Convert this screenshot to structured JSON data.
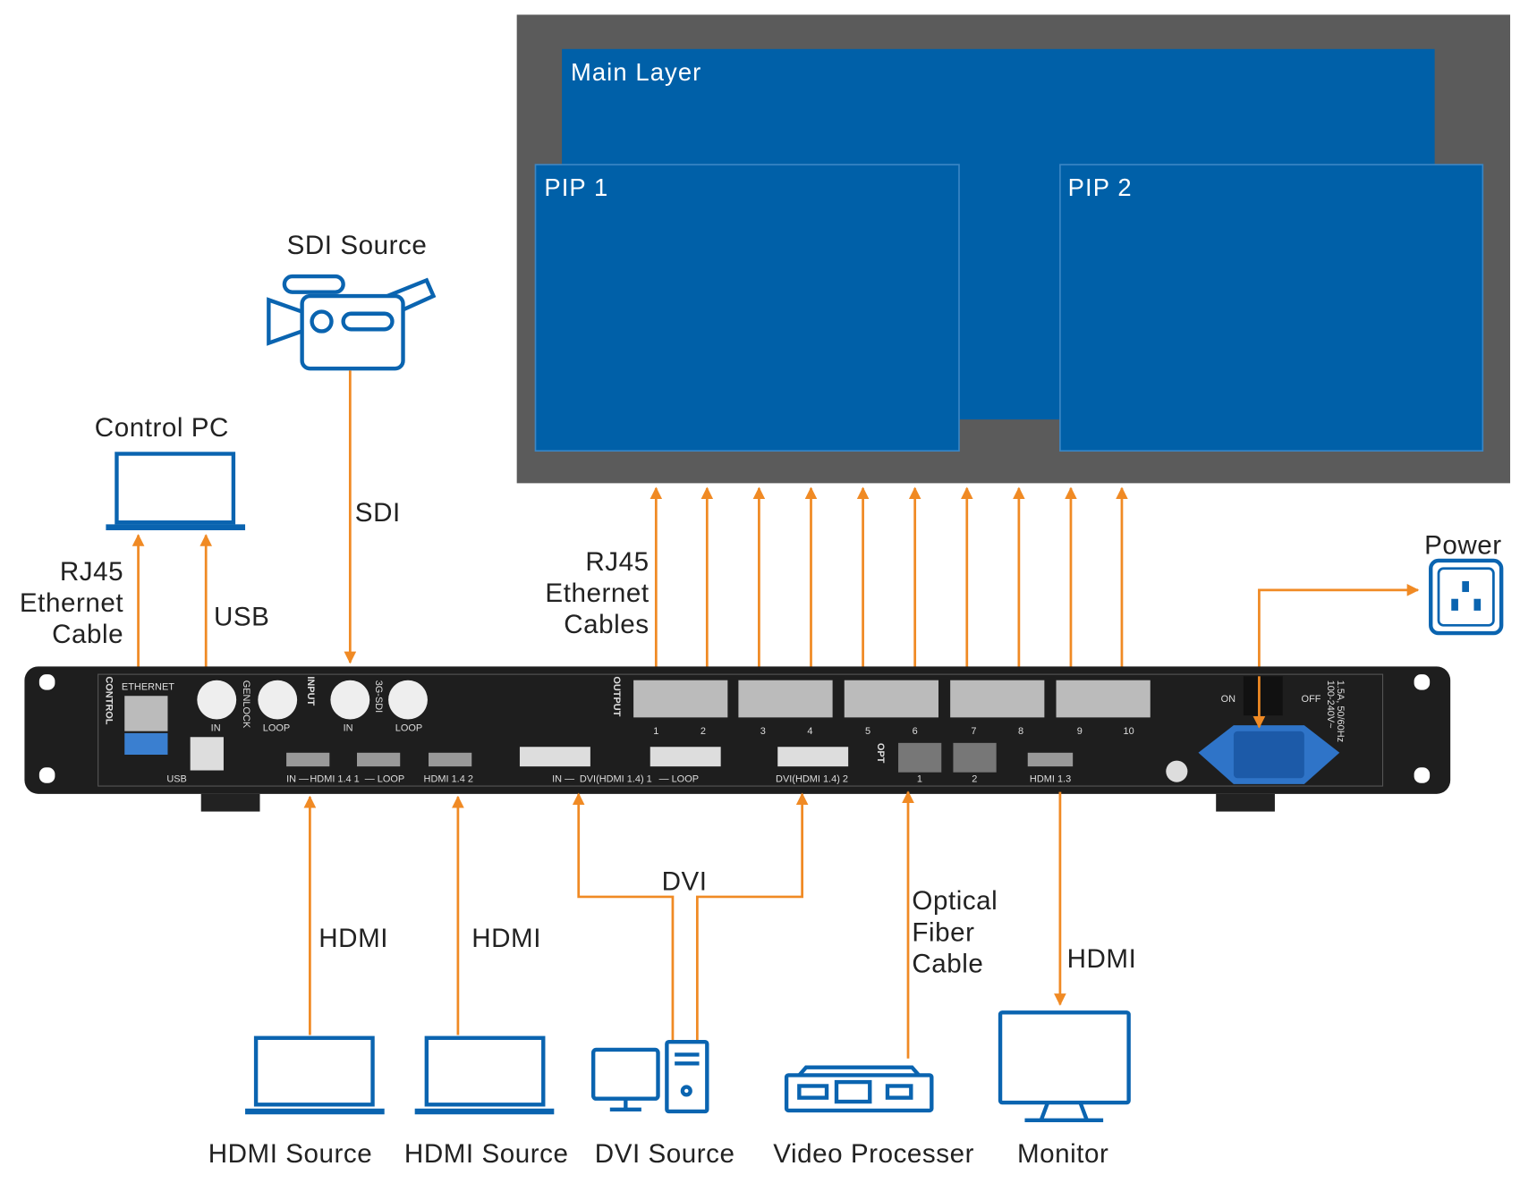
{
  "colors": {
    "screen_frame": "#5b5b5b",
    "layer_blue": "#0060a8",
    "wire": "#f08a24",
    "icon_blue": "#0a64b0",
    "device": "#1e1e1e"
  },
  "screen": {
    "main_layer": "Main Layer",
    "pip1": "PIP 1",
    "pip2": "PIP 2"
  },
  "sources": {
    "sdi_source": "SDI Source",
    "sdi_cable": "SDI",
    "control_pc": "Control PC",
    "rj45_cable": [
      "RJ45",
      "Ethernet",
      "Cable"
    ],
    "usb_cable": "USB",
    "rj45_cables": [
      "RJ45",
      "Ethernet",
      "Cables"
    ],
    "power": "Power",
    "hdmi1": "HDMI",
    "hdmi2": "HDMI",
    "dvi": "DVI",
    "optical": [
      "Optical",
      "Fiber",
      "Cable"
    ],
    "monitor_hdmi": "HDMI"
  },
  "devices": {
    "hdmi_source_1": "HDMI Source",
    "hdmi_source_2": "HDMI Source",
    "dvi_source": "DVI Source",
    "video_processor": "Video Processer",
    "monitor": "Monitor"
  },
  "panel": {
    "control": "CONTROL",
    "ethernet": "ETHERNET",
    "usb": "USB",
    "genlock": "GENLOCK",
    "in": "IN",
    "loop": "LOOP",
    "input": "INPUT",
    "sdi": "3G-SDI",
    "hdmi_in": "IN —",
    "hdmi14_1": "HDMI 1.4 1",
    "hdmi_loop": "— LOOP",
    "hdmi14_2": "HDMI 1.4 2",
    "dvi_in": "IN —",
    "dvi1": "DVI(HDMI 1.4) 1",
    "dvi_loop": "— LOOP",
    "dvi2": "DVI(HDMI 1.4) 2",
    "output": "OUTPUT",
    "ports": [
      "1",
      "2",
      "3",
      "4",
      "5",
      "6",
      "7",
      "8",
      "9",
      "10"
    ],
    "opt": "OPT",
    "opt_ports": [
      "1",
      "2"
    ],
    "hdmi13": "HDMI 1.3",
    "on": "ON",
    "off": "OFF",
    "rating1": "1.5A, 50/60Hz",
    "rating2": "100-240V~"
  },
  "icons": [
    "camera-icon",
    "laptop-icon",
    "power-outlet-icon",
    "desktop-pc-icon",
    "video-processor-icon",
    "monitor-icon"
  ]
}
